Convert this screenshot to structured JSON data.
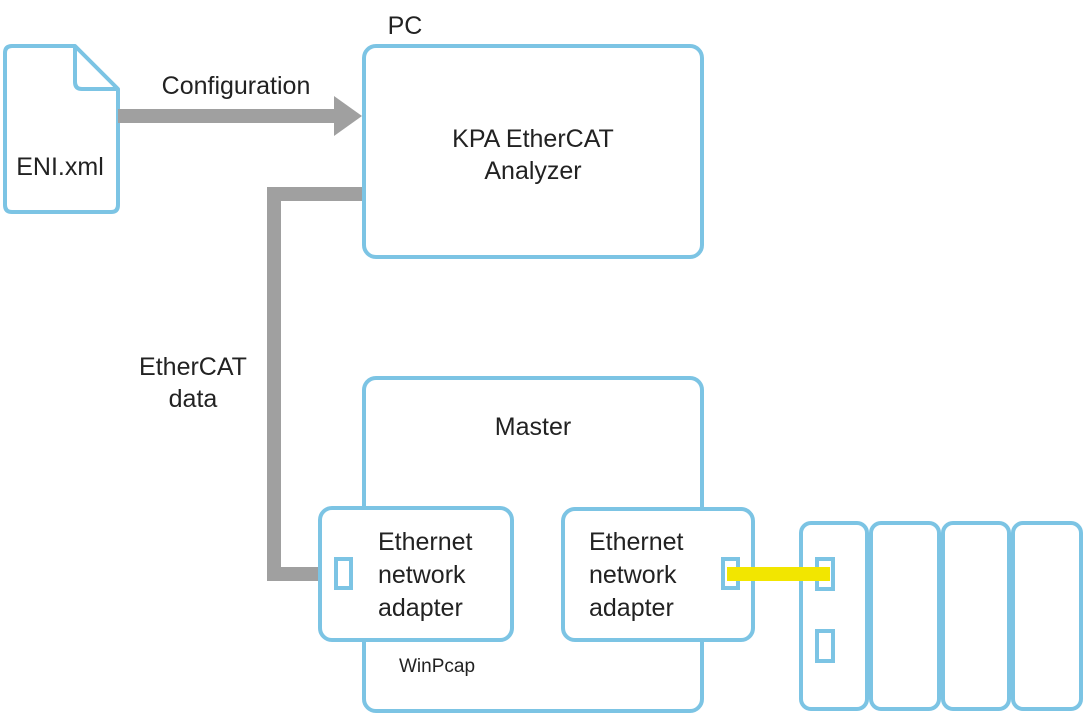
{
  "colors": {
    "box_stroke": "#7cc4e4",
    "arrow_gray": "#a0a0a0",
    "link_yellow": "#f2e600",
    "text": "#222222",
    "background": "#ffffff"
  },
  "eni_file": {
    "label": "ENI.xml",
    "icon": "document-icon"
  },
  "configuration_label": "Configuration",
  "pc": {
    "title": "PC",
    "analyzer_line1": "KPA EtherCAT",
    "analyzer_line2": "Analyzer"
  },
  "ethercat_data_label": {
    "line1": "EtherCAT",
    "line2": "data"
  },
  "master": {
    "title": "Master",
    "winpcap_label": "WinPcap",
    "adapter_left": {
      "line1": "Ethernet",
      "line2": "network",
      "line3": "adapter"
    },
    "adapter_right": {
      "line1": "Ethernet",
      "line2": "network",
      "line3": "adapter"
    }
  },
  "slave_rack": {
    "modules": 4
  }
}
